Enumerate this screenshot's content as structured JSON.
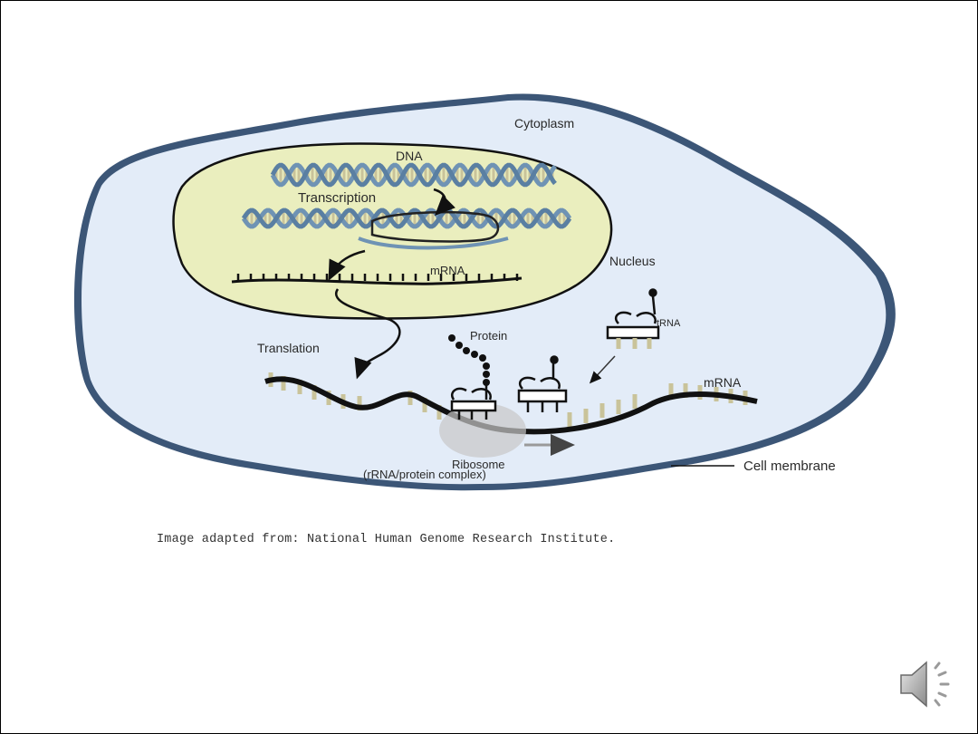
{
  "diagram": {
    "labels": {
      "cytoplasm": "Cytoplasm",
      "dna": "DNA",
      "transcription": "Transcription",
      "mrna_nucleus": "mRNA",
      "nucleus": "Nucleus",
      "translation": "Translation",
      "protein": "Protein",
      "trna": "tRNA",
      "mrna_cytoplasm": "mRNA",
      "ribosome": "Ribosome",
      "ribosome_sub": "(rRNA/protein complex)",
      "cell_membrane": "Cell membrane"
    },
    "colors": {
      "cytoplasm_fill": "#e3ecf8",
      "membrane_stroke": "#3c5677",
      "nucleus_fill": "#eaeebe",
      "dna_strand": "#6f93b4",
      "rungs": "#c9c39a",
      "ink": "#111111"
    }
  },
  "caption": "Image adapted from: National Human Genome Research Institute.",
  "audio": {
    "icon": "speaker-icon"
  }
}
